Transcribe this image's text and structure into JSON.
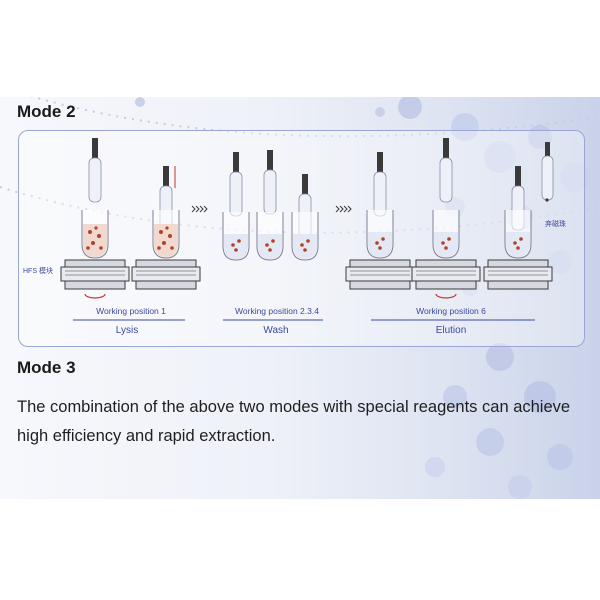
{
  "mode2": {
    "title": "Mode 2"
  },
  "diagram": {
    "hfs_label": "HFS 模块",
    "discard_label": "弃磁珠",
    "positions": [
      "Working position 1",
      "Working position 2.3.4",
      "Working position 6"
    ],
    "phases": [
      "Lysis",
      "Wash",
      "Elution"
    ],
    "colors": {
      "accent": "#3d4a9e",
      "border": "#9aa6d6",
      "particle": "#b0442a"
    }
  },
  "mode3": {
    "title": "Mode 3",
    "description": "The combination of the above two modes with special reagents can achieve high efficiency and rapid extraction."
  }
}
